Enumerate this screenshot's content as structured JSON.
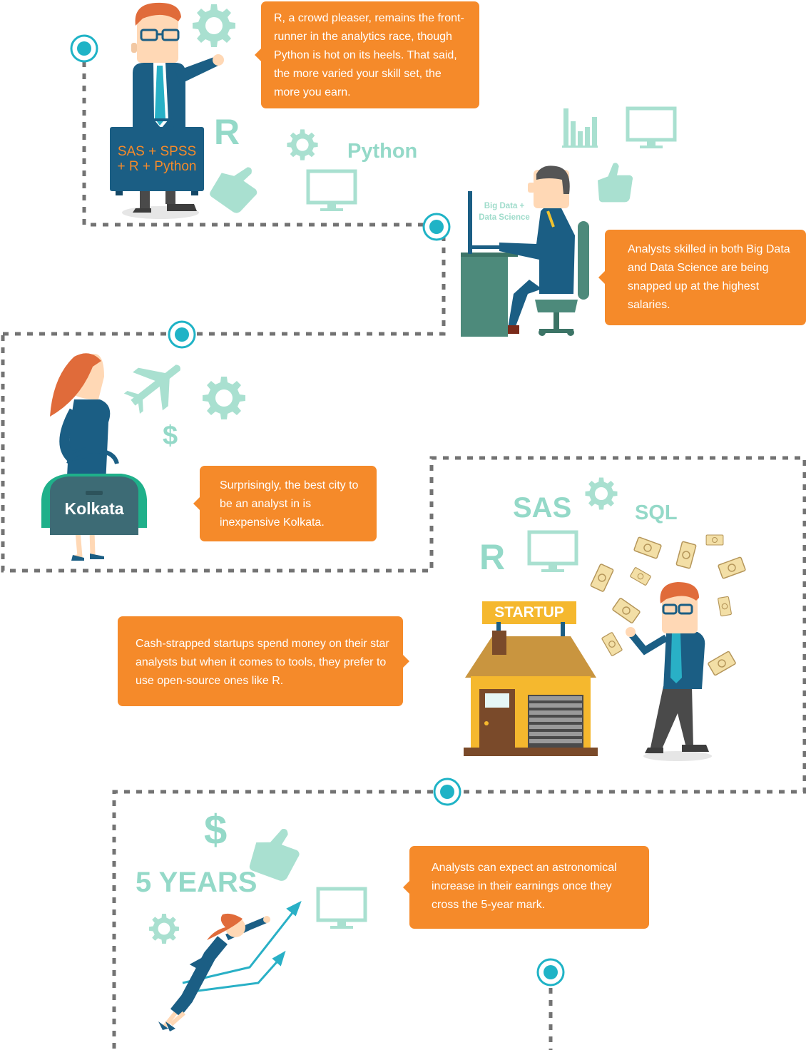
{
  "sections": [
    {
      "id": "tools",
      "caption": "R, a crowd pleaser, remains the front-runner in the analytics race, though Python is hot on its heels. That said, the more varied your skill set, the more you earn.",
      "labels": {
        "r": "R",
        "python": "Python",
        "briefcase_line1": "SAS + SPSS",
        "briefcase_line2": "+ R + Python"
      }
    },
    {
      "id": "big-data",
      "caption": "Analysts skilled in both Big Data and Data Science are being snapped up at the highest salaries.",
      "labels": {
        "screen_line1": "Big Data +",
        "screen_line2": "Data Science"
      }
    },
    {
      "id": "city",
      "caption": "Surprisingly, the best city to be an analyst in is inexpensive Kolkata.",
      "labels": {
        "bag": "Kolkata",
        "dollar": "$"
      }
    },
    {
      "id": "startups",
      "caption": "Cash-strapped startups spend money on their star analysts but when it comes to tools, they prefer to use open-source ones like R.",
      "labels": {
        "sas": "SAS",
        "sql": "SQL",
        "r": "R",
        "sign": "STARTUP"
      }
    },
    {
      "id": "experience",
      "caption": "Analysts can expect an astronomical increase in their earnings once they cross the 5-year mark.",
      "labels": {
        "years": "5 YEARS",
        "dollar": "$"
      }
    }
  ],
  "colors": {
    "bubble": "#f58a2a",
    "mint": "#a9e0d0",
    "dots": "#737373",
    "node": "#1fb3c6",
    "navy": "#1b5e84",
    "hair": "#e06b3a",
    "teal_dark": "#4d8a7b"
  },
  "icons": [
    "gear-icon",
    "thumbs-up-icon",
    "monitor-icon",
    "bar-chart-icon",
    "airplane-icon",
    "dollar-icon",
    "money-bill-icon",
    "trend-arrow-icon",
    "timeline-node-icon"
  ]
}
